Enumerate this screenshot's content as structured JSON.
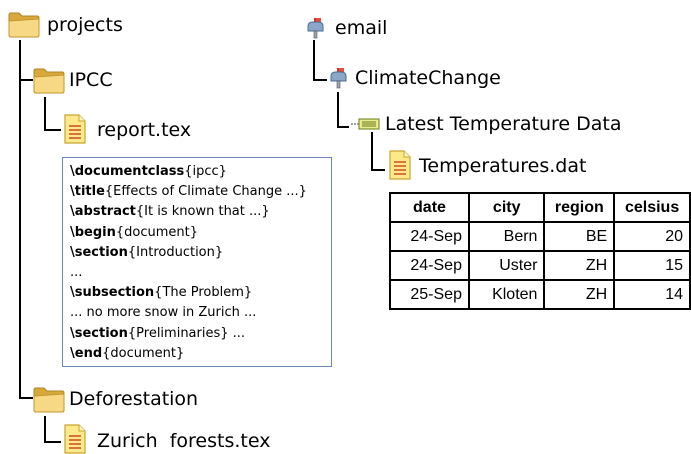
{
  "left_tree": {
    "root": {
      "label": "projects",
      "icon": "folder-icon"
    },
    "ipcc": {
      "label": "IPCC",
      "icon": "folder-icon"
    },
    "report": {
      "label": "report.tex",
      "icon": "document-icon"
    },
    "tex_lines": [
      {
        "cmd": "\\documentclass",
        "arg": "{ipcc}"
      },
      {
        "cmd": "\\title",
        "arg": "{Effects of Climate Change ...}"
      },
      {
        "cmd": "\\abstract",
        "arg": "{It is known that ...}"
      },
      {
        "cmd": "\\begin",
        "arg": "{document}"
      },
      {
        "cmd": "\\section",
        "arg": "{Introduction}"
      },
      {
        "cmd": "",
        "arg": "..."
      },
      {
        "cmd": "\\subsection",
        "arg": "{The Problem}"
      },
      {
        "cmd": "",
        "arg": "... no more snow in Zurich ..."
      },
      {
        "cmd": "\\section",
        "arg": "{Preliminaries} ..."
      },
      {
        "cmd": "\\end",
        "arg": "{document}"
      }
    ],
    "deforestation": {
      "label": "Deforestation",
      "icon": "folder-icon"
    },
    "zurich": {
      "label": "Zurich  forests.tex",
      "icon": "document-icon"
    }
  },
  "right_tree": {
    "email": {
      "label": "email",
      "icon": "mailbox-icon"
    },
    "climate": {
      "label": "ClimateChange",
      "icon": "mailbox-icon"
    },
    "latest": {
      "label": "Latest Temperature Data",
      "icon": "attachment-icon"
    },
    "temps": {
      "label": "Temperatures.dat",
      "icon": "document-icon"
    }
  },
  "table": {
    "headers": [
      "date",
      "city",
      "region",
      "celsius"
    ],
    "rows": [
      [
        "24-Sep",
        "Bern",
        "BE",
        "20"
      ],
      [
        "24-Sep",
        "Uster",
        "ZH",
        "15"
      ],
      [
        "25-Sep",
        "Kloten",
        "ZH",
        "14"
      ]
    ]
  },
  "colors": {
    "folder": "#f3d27a",
    "document": "#f6e06a",
    "box_border": "#6d86b8"
  }
}
